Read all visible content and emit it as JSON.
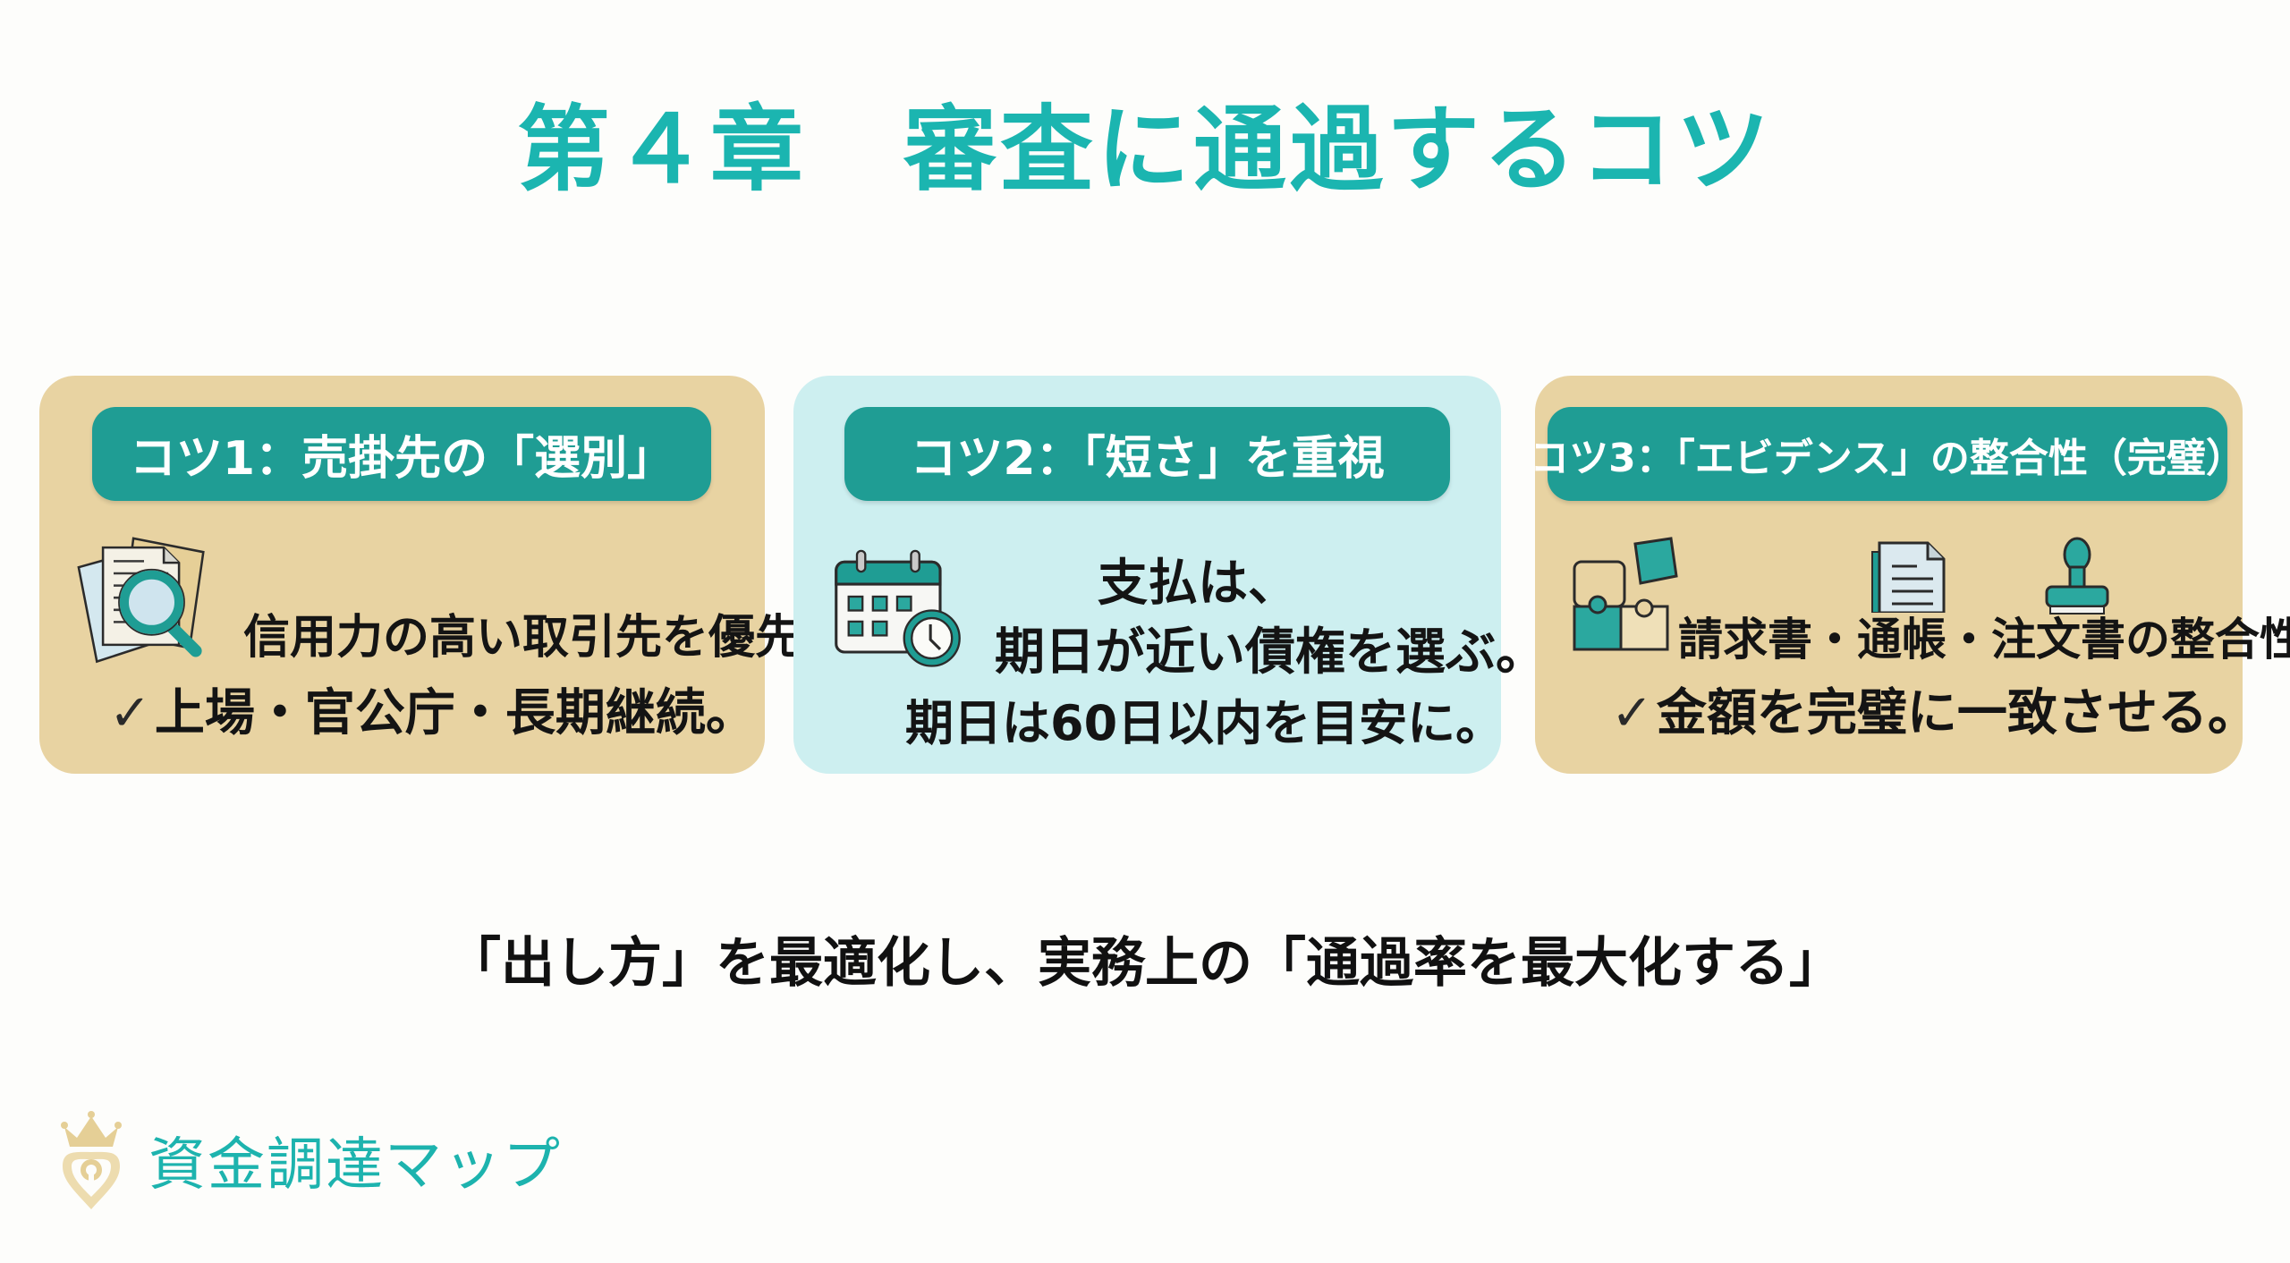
{
  "page": {
    "title": "第４章　審査に通過するコツ",
    "bottom_message": "「出し方」を最適化し、実務上の「通過率を最大化する」"
  },
  "colors": {
    "title_teal": "#1bb5b0",
    "pill_teal": "#1f9d94",
    "card_tan": "#e8d3a2",
    "card_aqua": "#cdeff0",
    "logo_gold": "#e5cf96"
  },
  "cards": [
    {
      "header": "コツ1：売掛先の「選別」",
      "icon": "document-magnifier-icon",
      "lines": [
        "信用力の高い取引先を優先。",
        "上場・官公庁・長期継続。"
      ],
      "check_icon": "checkmark-icon"
    },
    {
      "header": "コツ2：「短さ」を重視",
      "icon": "calendar-clock-icon",
      "lines": [
        "支払は、",
        "期日が近い債権を選ぶ。",
        "期日は60日以内を目安に。"
      ]
    },
    {
      "header": "コツ3：「エビデンス」の整合性（完璧）",
      "icons": [
        "puzzle-icon",
        "document-icon",
        "stamp-icon"
      ],
      "lines": [
        "請求書・通帳・注文書の整合性。",
        "金額を完璧に一致させる。"
      ],
      "check_icon": "checkmark-icon"
    }
  ],
  "logo": {
    "text": "資金調達マップ",
    "icon": "crown-map-pin-icon"
  },
  "glyphs": {
    "check": "✓"
  }
}
